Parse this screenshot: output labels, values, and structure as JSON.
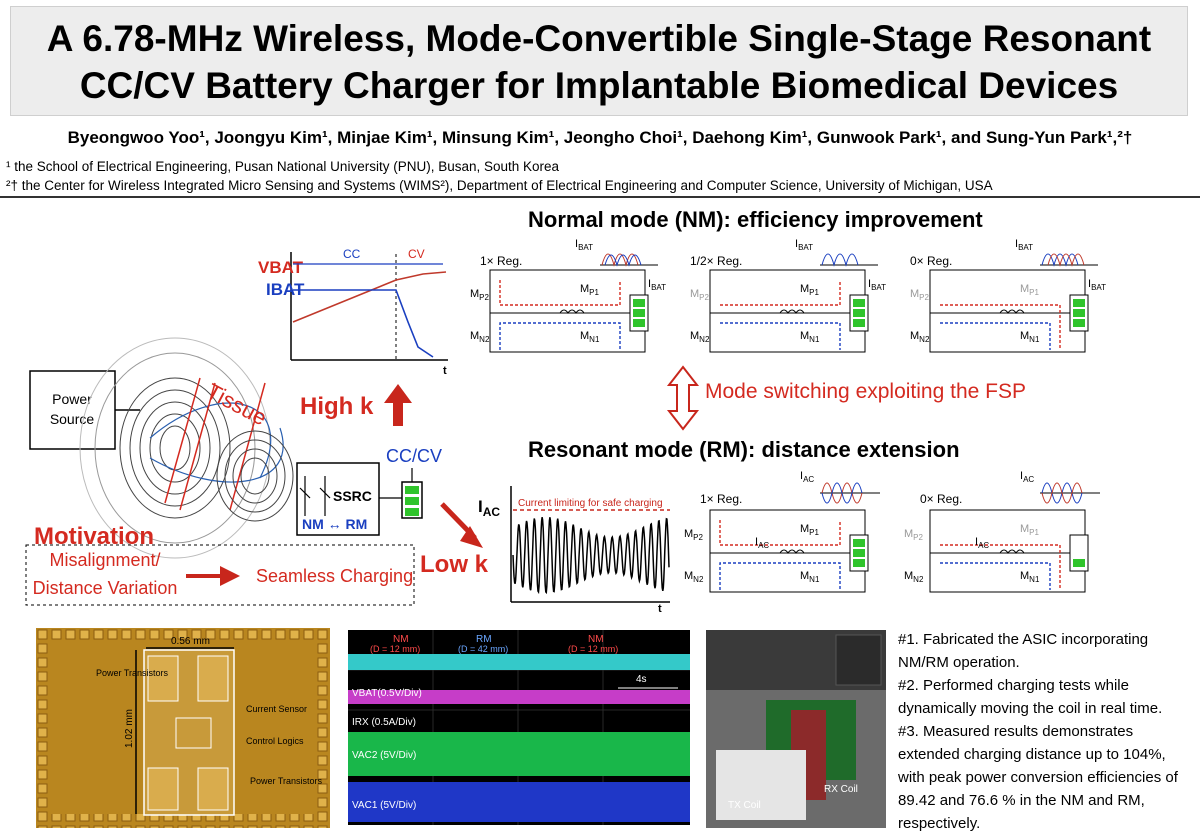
{
  "title": {
    "line1": "A 6.78-MHz Wireless, Mode-Convertible Single-Stage Resonant",
    "line2": "CC/CV Battery Charger for Implantable Biomedical Devices"
  },
  "authors": "Byeongwoo Yoo¹, Joongyu Kim¹, Minjae Kim¹, Minsung Kim¹, Jeongho Choi¹, Daehong Kim¹, Gunwook Park¹, and Sung-Yun Park¹,²†",
  "affiliations": [
    "¹ the School of Electrical Engineering, Pusan National University (PNU), Busan, South Korea",
    "²† the Center for Wireless Integrated Micro Sensing and Systems (WIMS²), Department of Electrical Engineering and Computer Science, University of Michigan, USA"
  ],
  "overview": {
    "power_source": [
      "Power",
      "Source"
    ],
    "tissue": "Tissue",
    "high_k": "High k",
    "low_k": "Low k",
    "cccv": "CC/CV",
    "ssrc": "SSRC",
    "nm_rm": "NM ↔ RM",
    "motivation": "Motivation",
    "misalignment": [
      "Misalignment/",
      "Distance Variation"
    ],
    "seamless": "Seamless Charging"
  },
  "cccv_plot": {
    "vbat": "VBAT",
    "ibat": "IBAT",
    "cc": "CC",
    "cv": "CV",
    "t": "t"
  },
  "nm": {
    "title": "Normal mode (NM): efficiency improvement",
    "regs": [
      "1× Reg.",
      "1/2× Reg.",
      "0× Reg."
    ],
    "ibat": "IBAT",
    "mp2": "MP2",
    "mp1": "MP1",
    "mn2": "MN2",
    "mn1": "MN1"
  },
  "mode_switch": "Mode switching exploiting the FSP",
  "rm": {
    "title": "Resonant mode (RM): distance extension",
    "iac": "IAC",
    "limit": "Current limiting for safe charging",
    "regs": [
      "1× Reg.",
      "0× Reg."
    ]
  },
  "chip": {
    "width": "0.56 mm",
    "height": "1.02 mm",
    "labels": [
      "Power Transistors",
      "Current Sensor",
      "Control Logics",
      "Power Transistors"
    ]
  },
  "scope": {
    "nm1": "NM",
    "nm1_d": "(D = 12 mm)",
    "rm": "RM",
    "rm_d": "(D = 42 mm)",
    "nm2": "NM",
    "nm2_d": "(D = 12 mm)",
    "time": "4s",
    "traces": [
      "VBAT(0.5V/Div)",
      "IRX (0.5A/Div)",
      "VAC2 (5V/Div)",
      "VAC1 (5V/Div)"
    ]
  },
  "photo": {
    "tx": "TX Coil",
    "rx": "RX Coil"
  },
  "results": [
    "#1. Fabricated the ASIC incorporating",
    "NM/RM operation.",
    "#2. Performed charging tests while",
    "dynamically moving the coil in real time.",
    "#3. Measured results demonstrates",
    "extended charging distance up to 104%,",
    "with peak power conversion efficiencies of",
    "89.42 and 76.6 % in the NM and RM,",
    "respectively."
  ]
}
